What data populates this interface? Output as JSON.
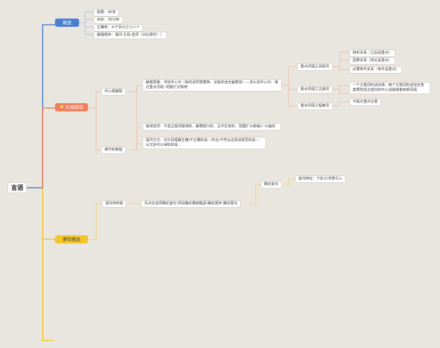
{
  "root": "言语",
  "branches": {
    "overview": "概述",
    "passage": "片段阅读",
    "sentence": "语句表达"
  },
  "overview_items": [
    "题量：40道",
    "目标：35分钟",
    "正确率：大于百分之七八十",
    "解题顺序：语问-文段-选项（对比择优！）"
  ],
  "passage": {
    "center": "中心理解题",
    "center_method": "解题思路：寻找中心句（有的话同意替换，没有的话全面概括）---怎么找中心句：通过重点词语--把握行文脉络",
    "link_types": [
      "重点词语之关联词",
      "重点词语之主题词",
      "重点词语之程度词"
    ],
    "relations": [
      "转折关系（之后是重点）",
      "因果关系（结论是重点）",
      "必要条件关系（条件是重点）"
    ],
    "topic_note": "一个主题词的话找准，两个主题词的话找全答案要包括主题句的中心话题或者高频词语",
    "degree_note": "可提示重点位置",
    "detail": "细节判断题",
    "wrong_options": "错误选项：不选主题词错误的、解释部分的、主中生有的、范围扩大或缩小 片面的",
    "method": "提问方式：对文段理解正确/不正确的是---符合/不符合这段话意思的是---从文段可以得知的是..."
  },
  "sentence": {
    "order": "语句排序题",
    "order_method": "先对比选项确定首句-然后确定捆绑集团-确定顺序-确定尾句",
    "first": "确定首句",
    "first_feature": "首句特征：下定义/背景引入"
  },
  "colors": {
    "overview": "#4a7fd0",
    "passage": "#f07f5e",
    "sentence": "#f3c52c",
    "sub_line": "#f4b39c",
    "sentence_line": "#f3cf55"
  }
}
